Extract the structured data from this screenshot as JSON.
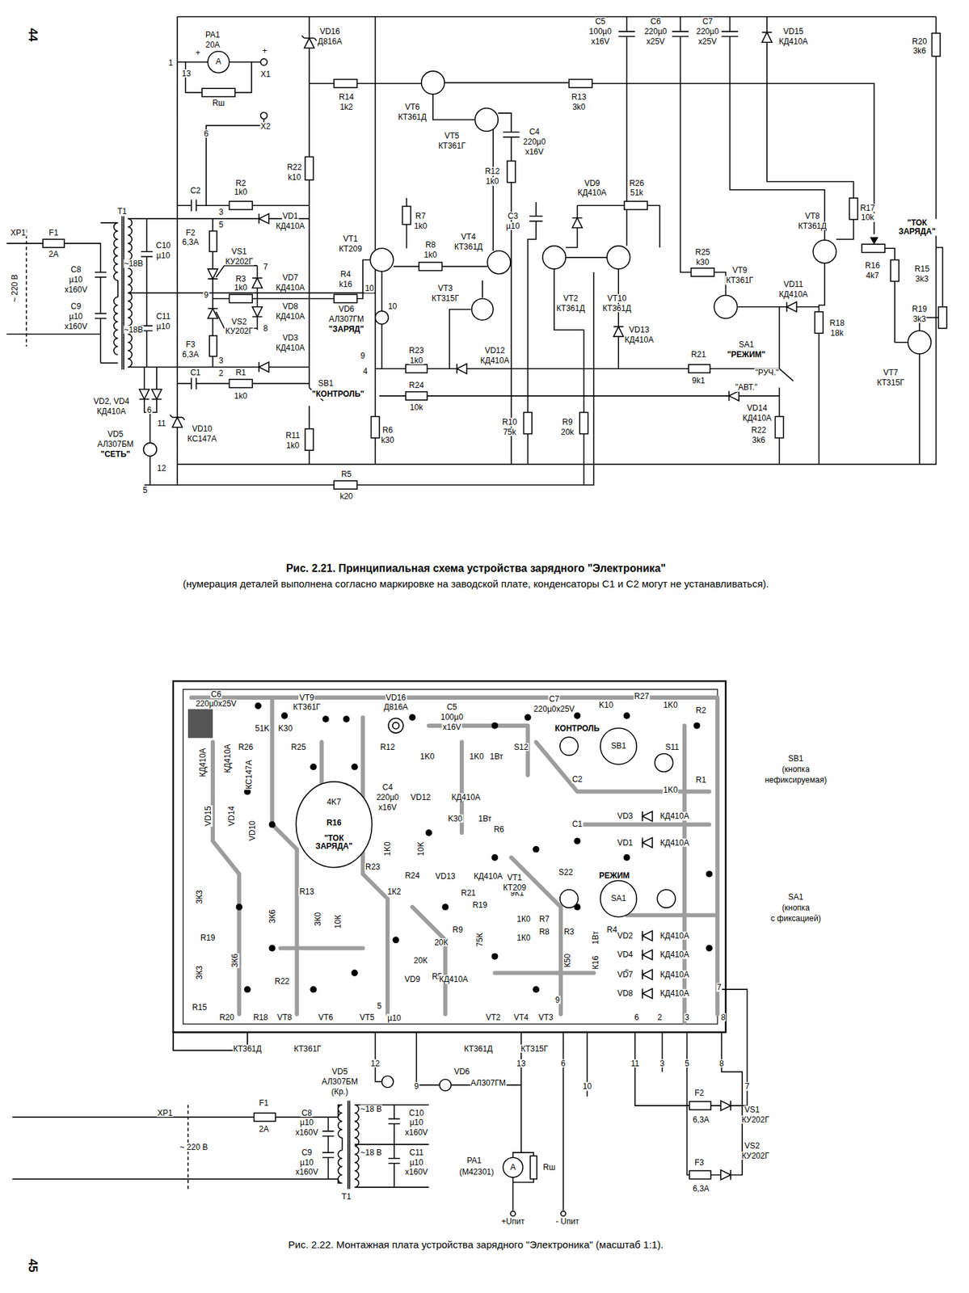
{
  "diagram": {
    "caption": "Рис. 2.21. Принципиальная схема устройства зарядного \"Электроника\"",
    "labels": [
      "44",
      "PA1",
      "20A",
      "A",
      "Rш",
      "1",
      "13",
      "+",
      "+",
      "X1",
      "X2",
      "6",
      "VD16",
      "Д816А",
      "C5",
      "100µ0",
      "x16V",
      "C6",
      "220µ0",
      "x25V",
      "C7",
      "220µ0",
      "x25V",
      "VD15",
      "КД410А",
      "R20",
      "3k6",
      "VT6",
      "КТ361Д",
      "R14",
      "1k2",
      "R13",
      "3k0",
      "VT5",
      "КТ361Г",
      "C4",
      "220µ0",
      "x16V",
      "R12",
      "1k0",
      "R22",
      "k10",
      "C2",
      "R2",
      "1k0",
      "VD9",
      "КД410А",
      "R26",
      "51k",
      "R7",
      "1k0",
      "VT1",
      "КТ209",
      "VT4",
      "КТ361Д",
      "C3",
      "µ10",
      "VT2",
      "КТ361Д",
      "VT10",
      "КТ361Д",
      "R25",
      "k30",
      "VT9",
      "КТ361Г",
      "VT8",
      "КТ361Д",
      "R17",
      "10k",
      "\"ТОК ЗАРЯДА\"",
      "R16",
      "4k7",
      "R15",
      "3k3",
      "R19",
      "3k3",
      "R18",
      "18k",
      "VD11",
      "КД410А",
      "VT7",
      "КТ315Г",
      "SA1",
      "\"РЕЖИМ\"",
      "\"РУЧ.\"",
      "\"АВТ.\"",
      "R21",
      "9k1",
      "VD13",
      "КД410А",
      "VD14",
      "КД410А",
      "R22",
      "3k6",
      "R10",
      "75k",
      "R9",
      "20k",
      "VD12",
      "КД410А",
      "R23",
      "1k0",
      "R24",
      "10k",
      "R6",
      "k30",
      "SB1",
      "\"КОНТРОЛЬ\"",
      "R11",
      "1k0",
      "R5",
      "k20",
      "5",
      "VD6",
      "АЛ307ГМ",
      "\"ЗАРЯД\"",
      "10",
      "10",
      "9",
      "4",
      "R4",
      "k16",
      "R8",
      "1k0",
      "VT3",
      "КТ315Г",
      "R3",
      "1k0",
      "9",
      "VS1",
      "КУ202Г",
      "7",
      "8",
      "VS2",
      "КУ202Г",
      "VD1",
      "КД410А",
      "VD7",
      "КД410А",
      "VD8",
      "КД410А",
      "VD3",
      "КД410А",
      "F2",
      "6,3А",
      "3",
      "5",
      "F3",
      "6,3А",
      "3",
      "2",
      "C10",
      "µ10",
      "C11",
      "µ10",
      "R1",
      "1k0",
      "C1",
      "T1",
      "~18В",
      "~18В",
      "F1",
      "2А",
      "XP1",
      "C8",
      "µ10",
      "x160V",
      "C9",
      "µ10",
      "x160V",
      "~ 220 В",
      "VD2, VD4",
      "КД410А",
      "6",
      "11",
      "VD5",
      "АЛ307БМ",
      "\"СЕТЬ\"",
      "12",
      "VD10",
      "КС147А",
      "(нумерация деталей выполнена согласно маркировке на заводской плате, конденсаторы C1 и C2 могут не устанавливаться).",
      "C6",
      "220µ0x25V",
      "VT9",
      "КТ361Г",
      "VD16",
      "Д816А",
      "C5",
      "100µ0",
      "x16V",
      "C7",
      "220µ0x25V",
      "K10",
      "R27",
      "1K0",
      "R2",
      "КОНТРОЛЬ",
      "SB1",
      "S11",
      "R26",
      "51K",
      "K30",
      "R25",
      "R12",
      "1K0",
      "1K0",
      "1Вт",
      "S12",
      "C2",
      "1K0",
      "R1",
      "КД410А",
      "КД410А",
      "КС147А",
      "VD15",
      "VD14",
      "VD10",
      "4K7",
      "R16",
      "\"ТОК ЗАРЯДА\"",
      "C4",
      "220µ0",
      "x16V",
      "VD12",
      "КД410А",
      "K30",
      "1Вт",
      "R6",
      "VD3",
      "КД410А",
      "C1",
      "VD1",
      "КД410А",
      "R23",
      "1K0",
      "10K",
      "R24",
      "VD13",
      "КД410А",
      "R21",
      "9К1",
      "S22",
      "РЕЖИМ",
      "SA1",
      "3К3",
      "R19",
      "3К3",
      "R15",
      "R20",
      "3К6",
      "3К6",
      "3К0",
      "10К",
      "R13",
      "1К2",
      "R22",
      "R5",
      "20К",
      "20К",
      "R9",
      "75К",
      "R19",
      "VT1",
      "КТ209",
      "1К0",
      "R7",
      "R8",
      "1К0",
      "R3",
      "К50",
      "К16",
      "1Вт",
      "R4",
      "VD2",
      "КД410А",
      "VD4",
      "КД410А",
      "VD7",
      "КД410А",
      "VD8",
      "КД410А",
      "VD9",
      "КД410А",
      "µ10",
      "R18",
      "VT8",
      "VT6",
      "VT5",
      "VT2",
      "VT4",
      "VT3",
      "7",
      "6",
      "2",
      "3",
      "8",
      "5",
      "9",
      "КТ361Д",
      "КТ361Г",
      "КТ361Д",
      "КТ315Г",
      "12",
      "9",
      "13",
      "6",
      "10",
      "11",
      "3",
      "5",
      "8",
      "7",
      "VD6",
      "АЛ307ГМ",
      "VD5",
      "АЛ307БМ",
      "(Кр.)",
      "XP1",
      "F1",
      "2А",
      "C8",
      "µ10",
      "x160V",
      "C9",
      "µ10",
      "x160V",
      "~ 220 В",
      "~18 В",
      "~18 В",
      "T1",
      "C10",
      "µ10",
      "x160V",
      "C11",
      "µ10",
      "x160V",
      "PA1",
      "(M42301)",
      "A",
      "Rш",
      "+Uпит",
      "- Uпит",
      "F2",
      "6,3А",
      "VS1",
      "КУ202Г",
      "F3",
      "6,3А",
      "VS2",
      "КУ202Г",
      "SB1",
      "(кнопка",
      "нефиксируемая)",
      "SA1",
      "(кнопка",
      "с фиксацией)",
      "Рис. 2.22. Монтажная плата устройства зарядного \"Электроника\" (масштаб 1:1).",
      "45"
    ]
  }
}
